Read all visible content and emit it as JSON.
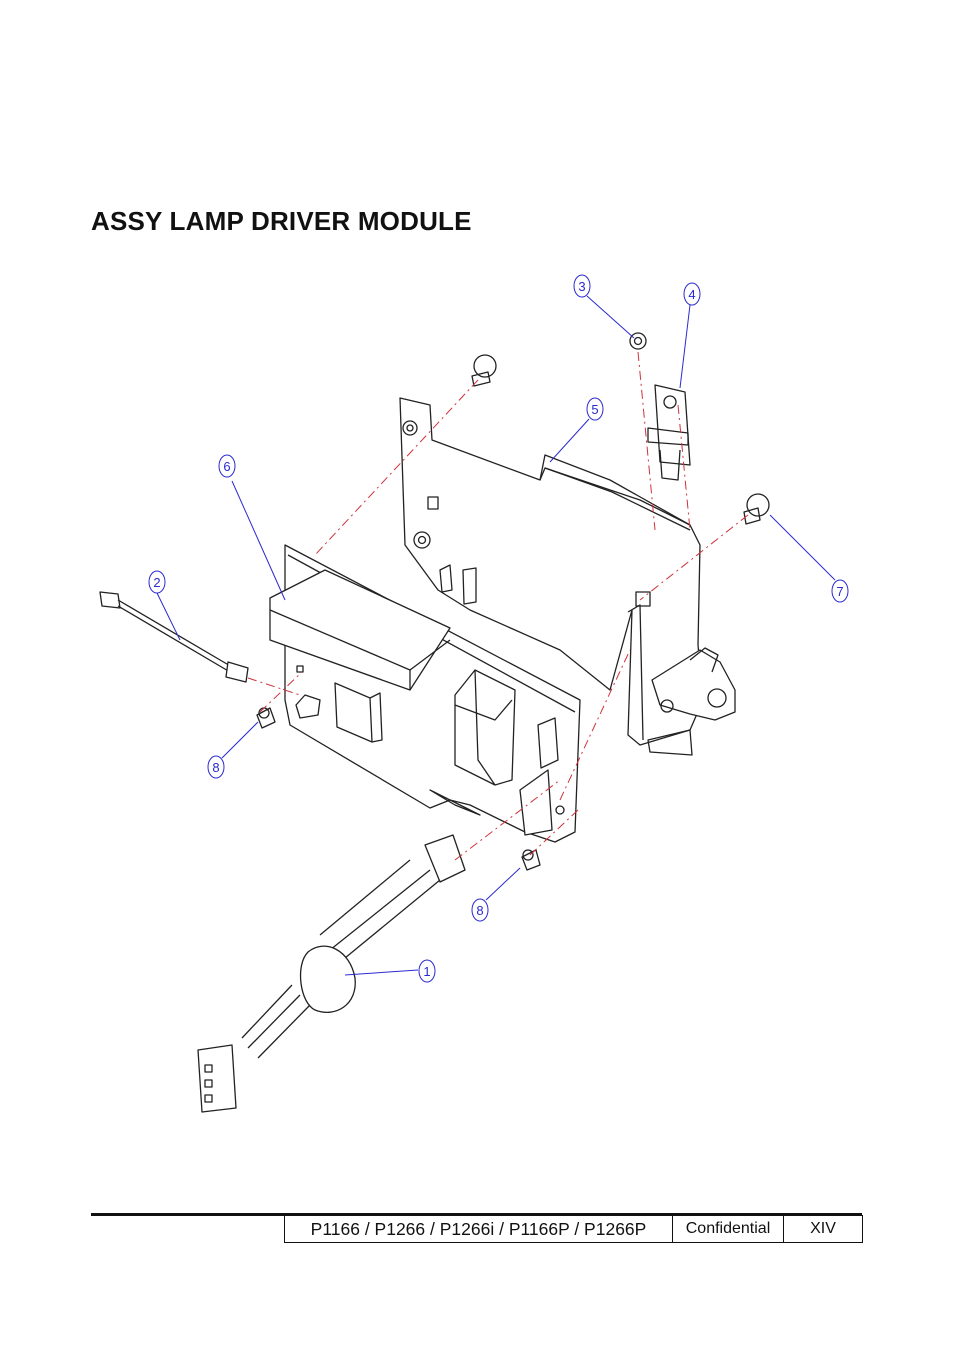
{
  "title": "ASSY LAMP DRIVER MODULE",
  "callouts": [
    "1",
    "2",
    "3",
    "4",
    "5",
    "6",
    "7",
    "8",
    "8"
  ],
  "footer": {
    "models": "P1166 / P1266 / P1266i / P1166P / P1266P",
    "classification": "Confidential",
    "page": "XIV"
  }
}
